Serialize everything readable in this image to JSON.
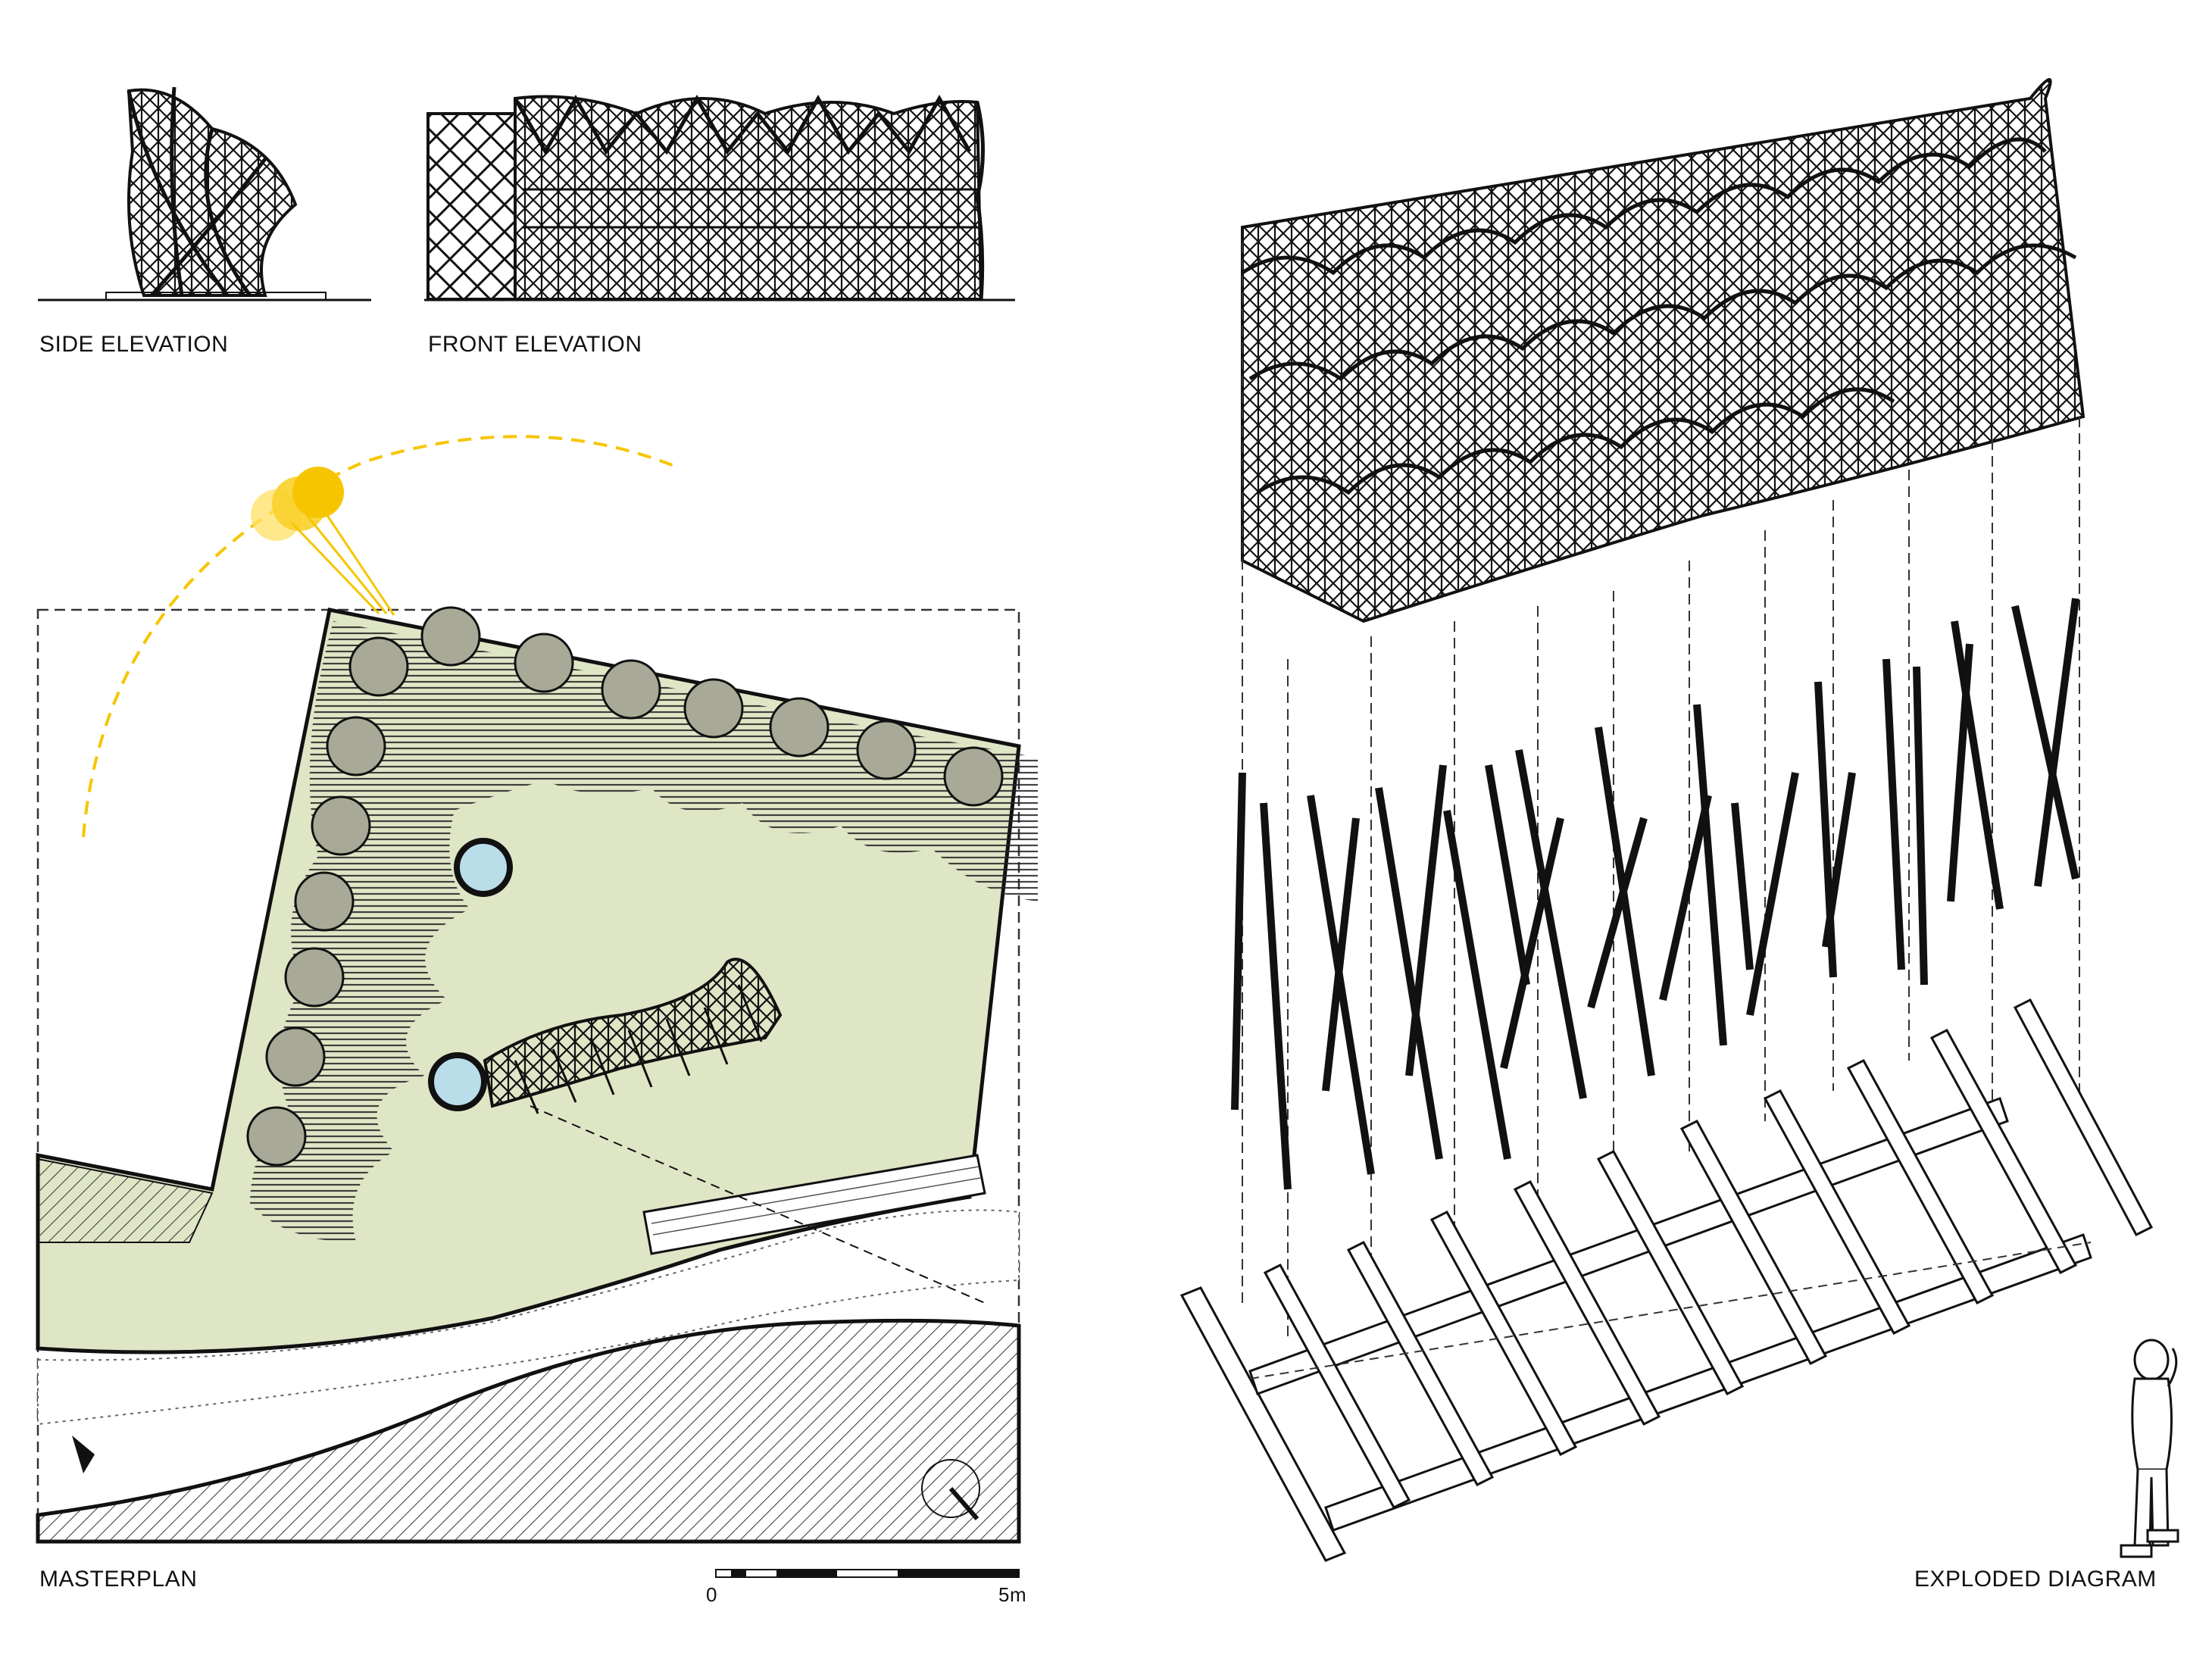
{
  "labels": {
    "side_elevation": "SIDE ELEVATION",
    "front_elevation": "FRONT ELEVATION",
    "masterplan": "MASTERPLAN",
    "exploded_diagram": "EXPLODED DIAGRAM"
  },
  "scale_bar": {
    "start_label": "0",
    "end_label": "5m"
  },
  "colors": {
    "lawn": "#dfe6c6",
    "tree": "#a9a997",
    "pond": "#b9dde9",
    "sun": "#f7c500",
    "sun_light": "#ffe066",
    "ink": "#111111"
  },
  "icons": {
    "sun": "sun-icon",
    "north": "north-arrow-icon",
    "entry": "entry-arrow-icon",
    "person": "human-figure-icon"
  }
}
